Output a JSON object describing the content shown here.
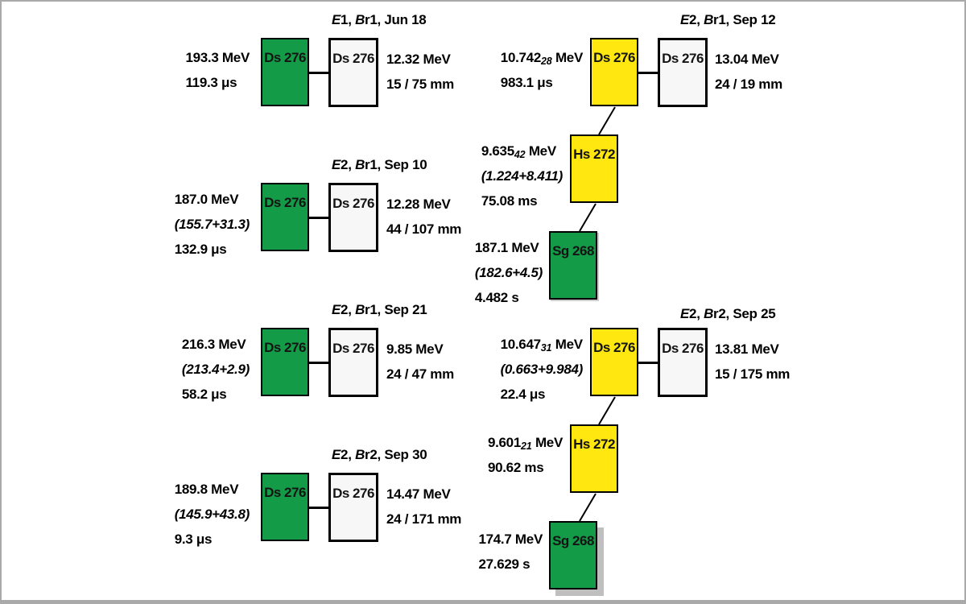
{
  "colors": {
    "implant_green": "#149b48",
    "alpha_yellow": "#ffe70f",
    "daughter_white": "#f7f7f7",
    "box_border": "#000000",
    "frame_border": "#a9a9a9",
    "shadow_gray": "#bfbfbf"
  },
  "left_chains": [
    {
      "header": {
        "i1": "E",
        "m1": "1, ",
        "i2": "B",
        "m2": "r1, Jun 18"
      },
      "parent": "Ds 276",
      "daughter": "Ds 276",
      "left_lines": {
        "l1": "193.3 MeV",
        "l2": "119.3 μs"
      },
      "right_lines": {
        "r1": "12.32 MeV",
        "r2": "15 / 75 mm"
      }
    },
    {
      "header": {
        "i1": "E",
        "m1": "2, ",
        "i2": "B",
        "m2": "r1, Sep 10"
      },
      "parent": "Ds 276",
      "daughter": "Ds 276",
      "left_lines": {
        "l1": "187.0 MeV",
        "l2": "(155.7+31.3)",
        "l3": "132.9 μs"
      },
      "right_lines": {
        "r1": "12.28 MeV",
        "r2": "44 / 107 mm"
      }
    },
    {
      "header": {
        "i1": "E",
        "m1": "2, ",
        "i2": "B",
        "m2": "r1, Sep 21"
      },
      "parent": "Ds 276",
      "daughter": "Ds 276",
      "left_lines": {
        "l1": "216.3 MeV",
        "l2": "(213.4+2.9)",
        "l3": "58.2 μs"
      },
      "right_lines": {
        "r1": "9.85 MeV",
        "r2": "24 / 47 mm"
      }
    },
    {
      "header": {
        "i1": "E",
        "m1": "2, ",
        "i2": "B",
        "m2": "r2, Sep 30"
      },
      "parent": "Ds 276",
      "daughter": "Ds 276",
      "left_lines": {
        "l1": "189.8 MeV",
        "l2": "(145.9+43.8)",
        "l3": "9.3 μs"
      },
      "right_lines": {
        "r1": "14.47 MeV",
        "r2": "24 / 171 mm"
      }
    }
  ],
  "right_chains": [
    {
      "header": {
        "i1": "E",
        "m1": "2, ",
        "i2": "B",
        "m2": "r1, Sep 12"
      },
      "parent": "Ds 276",
      "daughter": "Ds 276",
      "alpha1": {
        "pre": "10.742",
        "sub": "28",
        "post": " MeV",
        "l2": "983.1 μs"
      },
      "right_lines": {
        "r1": "13.04 MeV",
        "r2": "24 / 19 mm"
      },
      "hs": {
        "label": "Hs 272",
        "pre": "9.635",
        "sub": "42",
        "post": " MeV",
        "l2": "(1.224+8.411)",
        "l3": "75.08 ms"
      },
      "sg": {
        "label": "Sg 268",
        "l1": "187.1 MeV",
        "l2": "(182.6+4.5)",
        "l3": "4.482 s"
      }
    },
    {
      "header": {
        "i1": "E",
        "m1": "2, ",
        "i2": "B",
        "m2": "r2, Sep 25"
      },
      "parent": "Ds 276",
      "daughter": "Ds 276",
      "alpha1": {
        "pre": "10.647",
        "sub": "31",
        "post": " MeV",
        "l2": "(0.663+9.984)",
        "l3": "22.4 μs"
      },
      "right_lines": {
        "r1": "13.81 MeV",
        "r2": "15 / 175 mm"
      },
      "hs": {
        "label": "Hs 272",
        "pre": "9.601",
        "sub": "21",
        "post": " MeV",
        "l2": "90.62 ms"
      },
      "sg": {
        "label": "Sg 268",
        "l1": "174.7 MeV",
        "l2": "27.629 s"
      }
    }
  ]
}
